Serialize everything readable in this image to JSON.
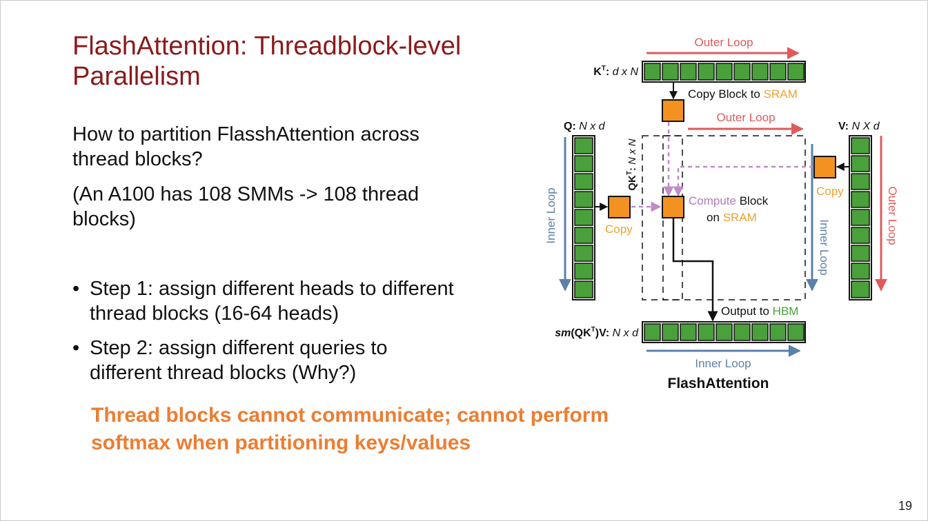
{
  "slide": {
    "title_line1": "FlashAttention: Threadblock-level",
    "title_line2": "Parallelism",
    "question_line1": "How to partition FlasshAttention across",
    "question_line2": "thread blocks?",
    "note_line1": "(An A100 has 108 SMMs -> 108 thread",
    "note_line2": "blocks)",
    "bullets": [
      {
        "line1": "Step 1: assign different heads to different",
        "line2": "thread blocks (16-64 heads)"
      },
      {
        "line1": "Step 2: assign different queries to",
        "line2": "different thread blocks (Why?)"
      }
    ],
    "bullet_symbol": "•",
    "answer_line1": "Thread blocks cannot communicate; cannot perform",
    "answer_line2": "softmax when partitioning keys/values",
    "page_number": "19"
  },
  "diagram": {
    "kt_label": {
      "bold": "K",
      "sup": "T",
      "colon": ":",
      "dims": " d x N"
    },
    "q_label": {
      "bold": "Q",
      "colon": ":",
      "dims": " N x d"
    },
    "v_label": {
      "bold": "V",
      "colon": ":",
      "dims": " N X d"
    },
    "qkt_label": {
      "bold": "QK",
      "sup": "T",
      "colon": ":",
      "dims": " N x N"
    },
    "output_label": {
      "italic": "sm",
      "bold": "(QK",
      "sup": "T",
      "bold_end": ")V:",
      "dims": " N x d"
    },
    "outer_loop_top": "Outer Loop",
    "outer_loop_mid": "Outer Loop",
    "outer_loop_right": "Outer Loop",
    "inner_loop_left": "Inner Loop",
    "inner_loop_right": "Inner Loop",
    "inner_loop_bottom": "Inner Loop",
    "copy_block_to": "Copy Block to ",
    "sram_1": "SRAM",
    "copy_left": "Copy",
    "copy_right": "Copy",
    "compute": "Compute",
    "block": " Block",
    "on": "on ",
    "sram_2": "SRAM",
    "output_to": "Output to ",
    "hbm": "HBM",
    "caption": "FlashAttention"
  },
  "colors": {
    "title": "#8b1a1a",
    "answer": "#ed7d31",
    "block_green": "#4aa03a",
    "block_orange": "#f39221",
    "outer_loop_red": "#e05a5a",
    "inner_loop_blue": "#5b80aa",
    "copy_text_orange": "#f0a030",
    "compute_text_purple": "#b07cc0",
    "hbm_green": "#4aa03a",
    "dashed_purple": "#c08ac8"
  }
}
